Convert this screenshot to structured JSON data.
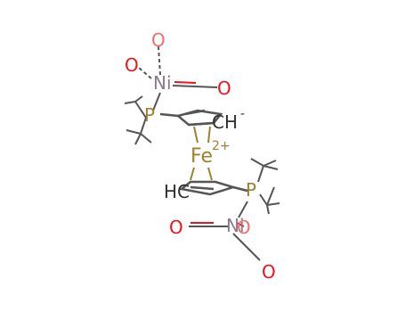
{
  "colors": {
    "bond": "#555555",
    "oxygen": "#e8141e",
    "oxygen_light": "#f06e70",
    "nickel": "#8b7a8a",
    "iron": "#a08030",
    "phosphorus": "#a08030",
    "carbon": "#303030"
  },
  "atoms": {
    "ni_top": {
      "symbol": "Ni",
      "icon": "nickel-atom"
    },
    "ni_bottom": {
      "symbol": "Ni",
      "icon": "nickel-atom"
    },
    "fe": {
      "symbol": "Fe",
      "charge": "2+",
      "icon": "iron-atom"
    },
    "p_top": {
      "symbol": "P",
      "icon": "phosphorus-atom"
    },
    "p_bottom": {
      "symbol": "P",
      "icon": "phosphorus-atom"
    },
    "ch_top": {
      "symbol": "CH",
      "charge": "-",
      "icon": "carbanion"
    },
    "hc_bottom": {
      "symbol": "HC",
      "icon": "carbanion"
    },
    "oxygens": [
      {
        "symbol": "O"
      },
      {
        "symbol": "O"
      },
      {
        "symbol": "O"
      },
      {
        "symbol": "O"
      },
      {
        "symbol": "O"
      },
      {
        "symbol": "O"
      }
    ]
  }
}
